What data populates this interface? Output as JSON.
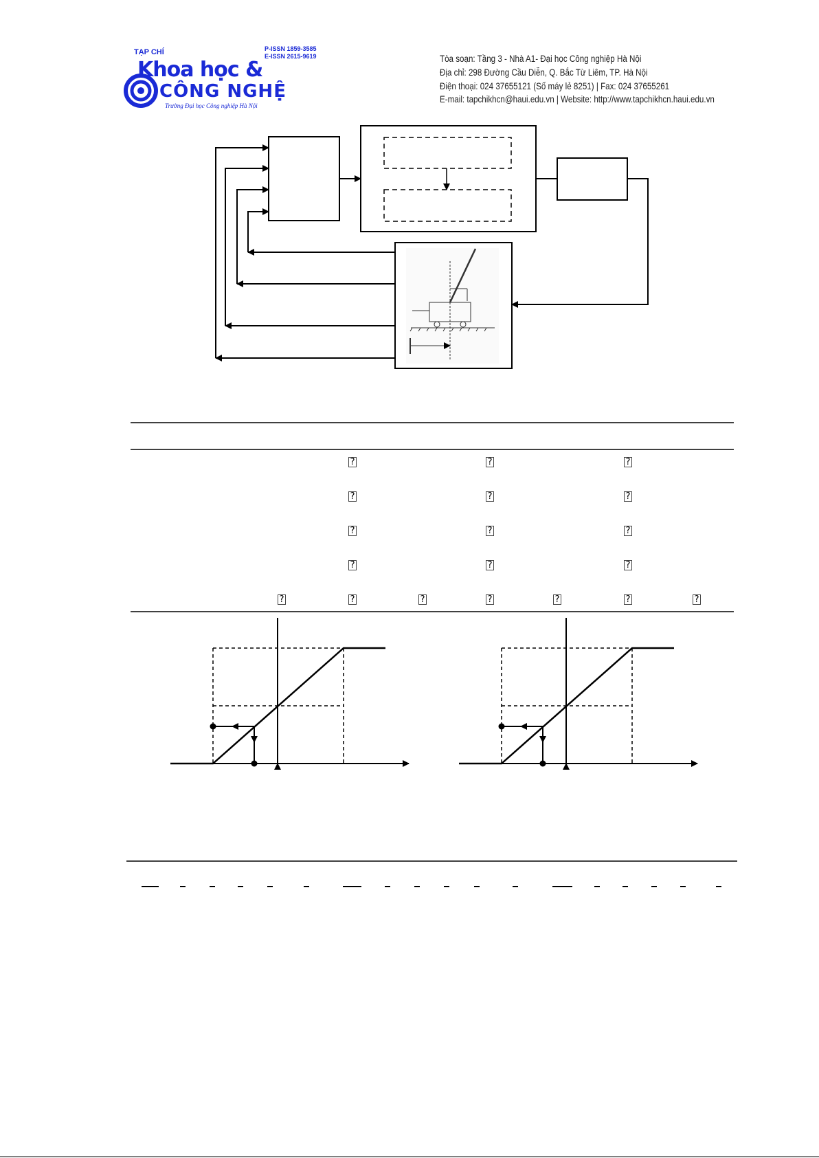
{
  "logo": {
    "tap_chi": "TẠP CHÍ",
    "p_issn": "P-ISSN 1859-3585",
    "e_issn": "E-ISSN 2615-9619",
    "title_line1": "Khoa học &",
    "title_line2": "CÔNG NGHỆ",
    "subtitle": "Trường Đại học Công nghiệp Hà Nội"
  },
  "header_info": [
    "Tòa soạn: Tầng 3 - Nhà A1- Đại học Công nghiệp Hà Nội",
    "Địa chỉ: 298 Đường Cầu Diễn, Q. Bắc Từ Liêm, TP. Hà Nội",
    "Điện thoại: 024 37655121 (Số máy lẻ 8251)  |  Fax: 024 37655261",
    "E-mail: tapchikhcn@haui.edu.vn  | Website: http://www.tapchikhcn.haui.edu.vn"
  ],
  "table_placeholders": {
    "rows": [
      [
        "?",
        "?",
        "?"
      ],
      [
        "?",
        "?",
        "?"
      ],
      [
        "?",
        "?",
        "?"
      ],
      [
        "?",
        "?",
        "?"
      ]
    ],
    "last_row": [
      "?",
      "?",
      "?",
      "?",
      "?",
      "?",
      "?"
    ]
  },
  "colors": {
    "logo_blue": "#1a2ad6"
  }
}
